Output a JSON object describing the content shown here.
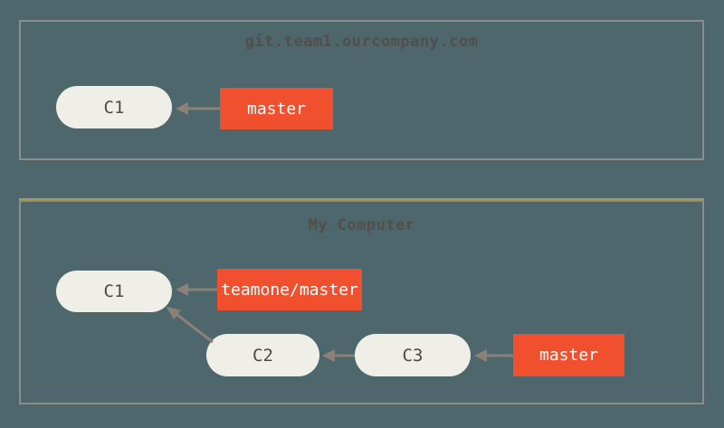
{
  "colors": {
    "background": "#4d676d",
    "box_border": "#8e8d89",
    "box_border_accent": "#a29b50",
    "node_fill": "#f0efe7",
    "node_text": "#4b4944",
    "label_fill": "#f1502f",
    "label_text": "#ffffff",
    "arrow": "#8c8177",
    "title_text": "#524f49"
  },
  "remote_box": {
    "title": "git.team1.ourcompany.com",
    "commits": [
      {
        "id": "C1"
      }
    ],
    "branch_labels": [
      {
        "name": "master"
      }
    ]
  },
  "local_box": {
    "title": "My Computer",
    "commits": [
      {
        "id": "C1"
      },
      {
        "id": "C2"
      },
      {
        "id": "C3"
      }
    ],
    "branch_labels": [
      {
        "name": "teamone/master"
      },
      {
        "name": "master"
      }
    ]
  }
}
